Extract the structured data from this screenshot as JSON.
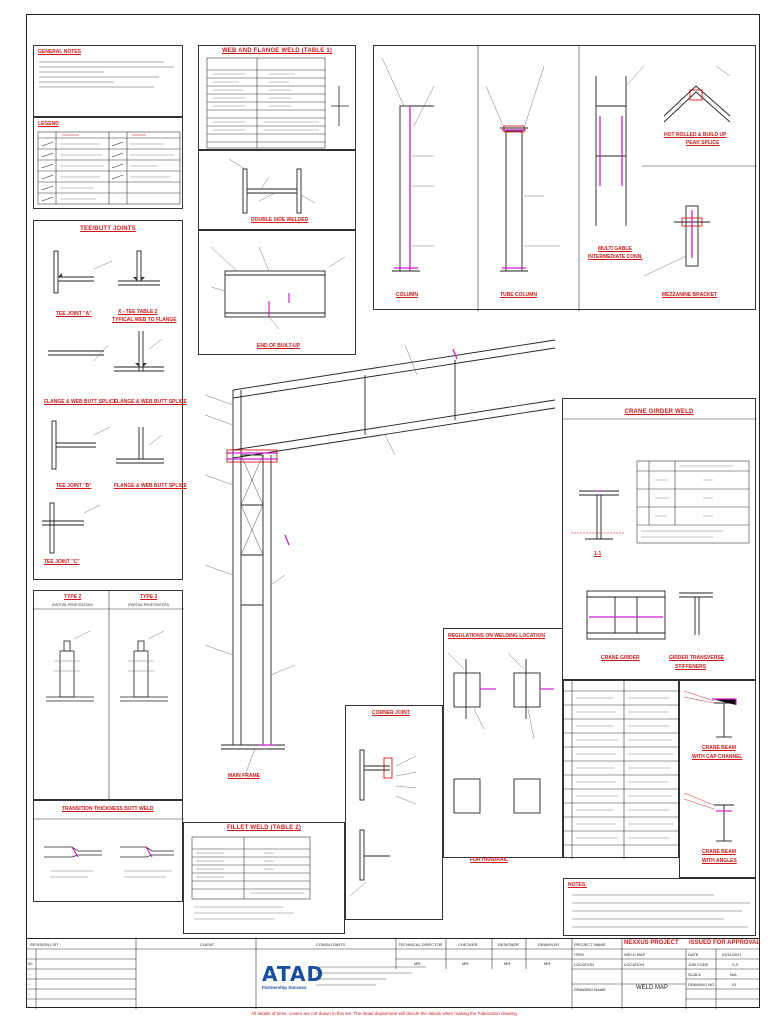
{
  "titles": {
    "general_notes": "GENERAL NOTES",
    "legend": "LEGEND",
    "web_flange_weld": "WEB AND FLANGE WELD (TABLE 1)",
    "double_side_welded": "DOUBLE SIDE WELDED",
    "end_of_built_up": "END OF BUILT-UP",
    "tee_butt_joints": "TEE/BUTT JOINTS",
    "tee_joint_a": "TEE JOINT \"A\"",
    "x_tee_table2": "X - TEE TABLE 2",
    "typical_web_flange": "TYPICAL WEB TO FLANGE",
    "flange_web_butt_splice": "FLANGE & WEB BUTT SPLICE",
    "tee_joint_b": "TEE JOINT \"B\"",
    "tee_joint_c": "TEE JOINT \"C\"",
    "type2": "TYPE 2",
    "type3": "TYPE 3",
    "partial_penetration": "(PARTIAL PENETRATION)",
    "transition_butt_weld": "TRANSITION THICKNESS BUTT WELD",
    "fillet_weld_table2": "FILLET WELD (TABLE 2)",
    "main_frame": "MAIN FRAME",
    "column": "COLUMN",
    "tube_column": "TUBE COLUMN",
    "multi_gable_1": "MULTI GABLE",
    "multi_gable_2": "INTERMEDIATE CONN.",
    "mezzanine_bracket": "MEZZANINE BRACKET",
    "peak_splice_1": "HOT ROLLED & BUILD UP",
    "peak_splice_2": "PEAK SPLICE",
    "crane_girder_weld": "CRANE GIRDER WELD",
    "section_1_1": "1-1",
    "crane_girder": "CRANE GIRDER",
    "girder_transverse_1": "GIRDER TRANSVERSE",
    "girder_transverse_2": "STIFFENERS",
    "regulations": "REGULATIONS ON WELDING LOCATION",
    "corner_joint": "CORNER JOINT",
    "for_handrail": "FOR HANDRAIL",
    "crane_beam_cap_1": "CRANE BEAM",
    "crane_beam_cap_2": "WITH CAP CHANNEL",
    "crane_beam_angles_1": "CRANE BEAM",
    "crane_beam_angles_2": "WITH ANGLES",
    "notes": "NOTES:"
  },
  "title_block": {
    "revision_list": "REVISION LIST :",
    "client": "CLIENT",
    "consultants": "CONSULTANTS",
    "technical_director": "TECHNICAL DIRECTOR",
    "checker": "CHECKER",
    "designer": "DESIGNER",
    "drawn_by": "DRAWN BY",
    "project_name_label": "PROJECT NAME",
    "project_name": "NEXXUS PROJECT",
    "status": "ISSUED FOR APPROVAL",
    "item_label": "ITEM",
    "item_value": "WELD MAP",
    "location_label": "LOCATION",
    "location_value": "LOCATION",
    "drawing_name_label": "DRAWING NAME",
    "drawing_name": "WELD MAP",
    "date_label": "DATE",
    "date_value": "03/11/2021",
    "job_code_label": "JOB CODE",
    "job_code_value": "S-0",
    "scale_label": "SCALE",
    "scale_value": "N/A",
    "drawing_no_label": "DRAWING NO",
    "drawing_no_value": "01",
    "rev_00": "00",
    "rev_dash": "--",
    "mr": "MR."
  },
  "logo": {
    "name": "ATAD",
    "tagline": "Partnership Success"
  },
  "footer": "All details of trims, covers are not drawn in this set. The detail department will decide the details when making the Fabrication drawing"
}
